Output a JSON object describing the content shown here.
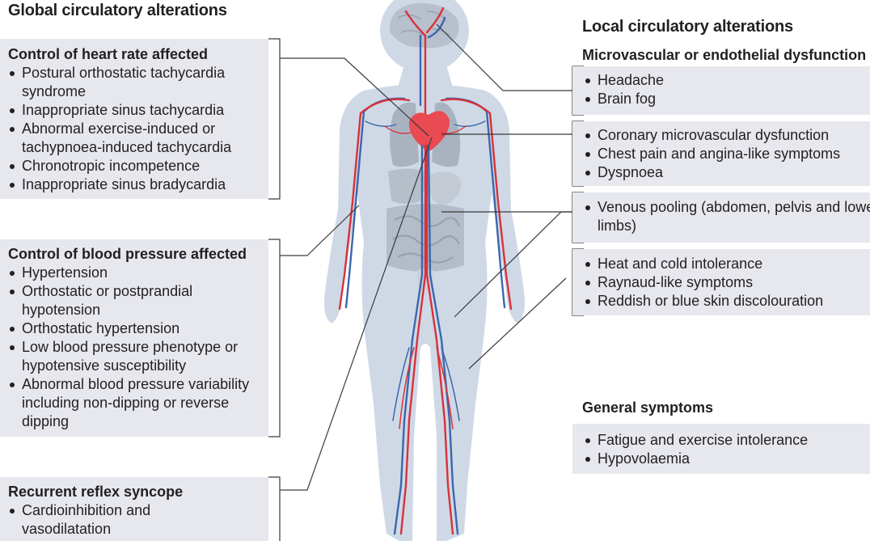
{
  "left": {
    "heading": "Global circulatory alterations",
    "heart_rate": {
      "title": "Control of heart rate affected",
      "items": [
        "Postural orthostatic tachycardia syndrome",
        "Inappropriate sinus tachycardia",
        "Abnormal exercise-induced or tachypnoea-induced tachycardia",
        "Chronotropic incompetence",
        "Inappropriate sinus bradycardia"
      ]
    },
    "blood_pressure": {
      "title": "Control of blood pressure affected",
      "items": [
        "Hypertension",
        "Orthostatic or postprandial hypotension",
        "Orthostatic hypertension",
        "Low blood pressure phenotype or hypotensive susceptibility",
        "Abnormal blood pressure variability including non-dipping or reverse dipping"
      ]
    },
    "syncope": {
      "title": "Recurrent reflex syncope",
      "items": [
        "Cardioinhibition and vasodilatation"
      ]
    }
  },
  "right": {
    "heading": "Local circulatory alterations",
    "subheading": "Microvascular or endothelial dysfunction",
    "brain": {
      "items": [
        "Headache",
        "Brain fog"
      ]
    },
    "heart": {
      "items": [
        "Coronary microvascular dysfunction",
        "Chest pain and angina-like symptoms",
        "Dyspnoea"
      ]
    },
    "venous": {
      "items": [
        "Venous pooling (abdomen, pelvis and lower limbs)"
      ]
    },
    "skin": {
      "items": [
        "Heat and cold intolerance",
        "Raynaud-like symptoms",
        "Reddish or blue skin discolouration"
      ]
    },
    "general_heading": "General symptoms",
    "general": {
      "items": [
        "Fatigue and exercise intolerance",
        "Hypovolaemia"
      ]
    }
  },
  "colors": {
    "panel": "#e6e8ee",
    "body_silhouette": "#cfd9e6",
    "organ": "#b3bcc8",
    "artery": "#d9313b",
    "vein": "#3a68ad",
    "heart": "#ea4a52",
    "text": "#231f20",
    "leader_line": "#3a3a3a"
  }
}
